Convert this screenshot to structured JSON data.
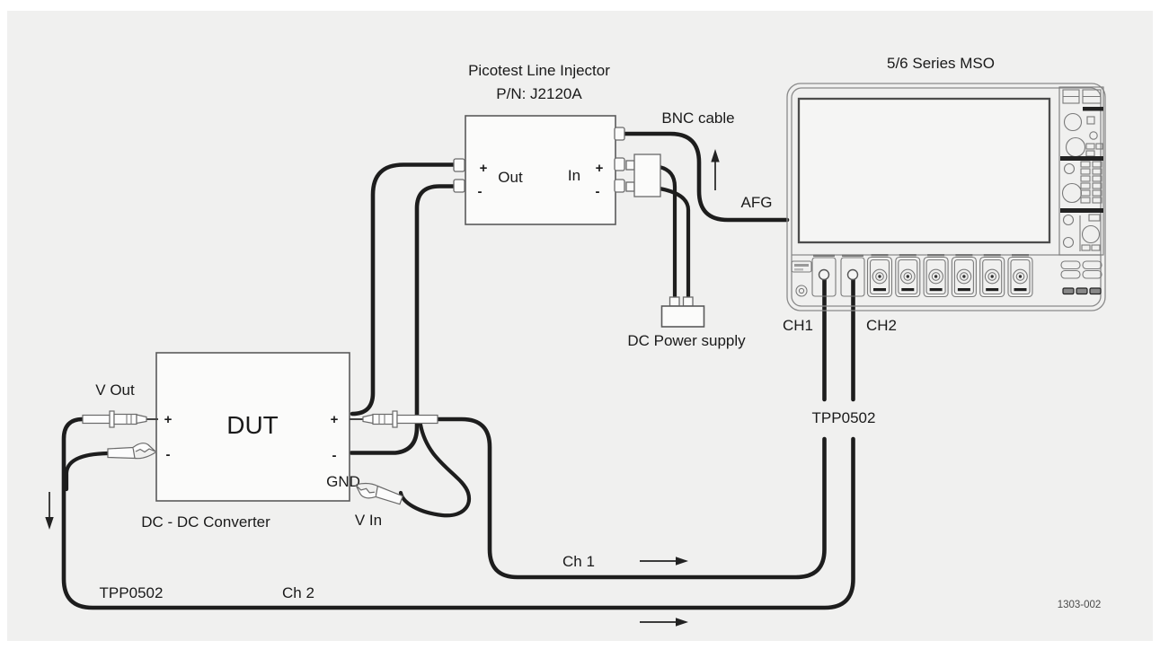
{
  "figure": {
    "number": "1303-002",
    "colors": {
      "bg": "#f0f0ef",
      "cable": "#1d1d1d",
      "outline": "#5a5a5a",
      "text": "#1a1a1a"
    }
  },
  "line_injector": {
    "title": "Picotest Line Injector",
    "part_number": "P/N: J2120A",
    "out_port": "Out",
    "in_port": "In",
    "plus": "+",
    "minus": "-"
  },
  "oscilloscope": {
    "title": "5/6 Series MSO",
    "ch1_label": "CH1",
    "ch2_label": "CH2"
  },
  "probes": {
    "model": "TPP0502"
  },
  "dut": {
    "name": "DUT",
    "caption": "DC - DC Converter",
    "gnd_label": "GND",
    "v_out_label": "V Out",
    "v_in_label": "V In",
    "plus": "+",
    "minus": "-"
  },
  "power_supply": {
    "label": "DC Power supply"
  },
  "cables": {
    "bnc_label": "BNC cable",
    "afg_label": "AFG",
    "ch1_label": "Ch 1",
    "ch2_label": "Ch 2"
  }
}
